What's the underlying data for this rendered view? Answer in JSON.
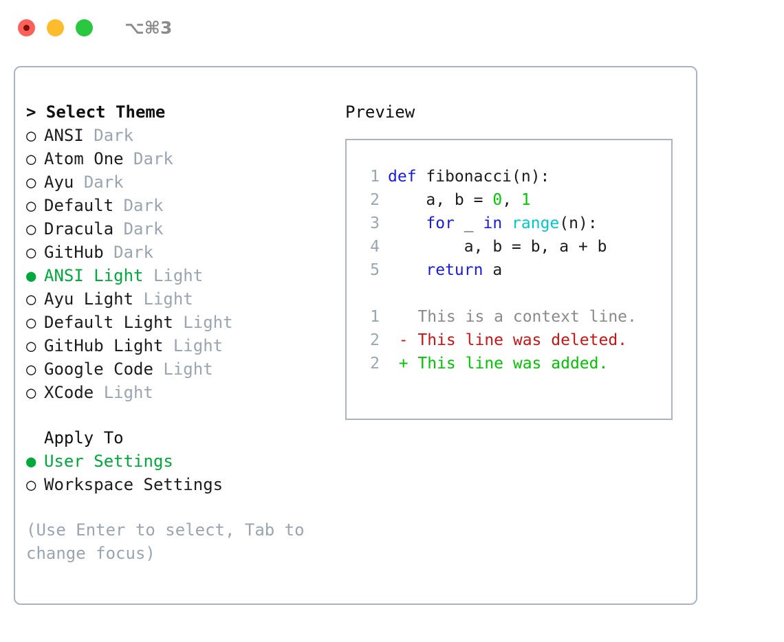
{
  "window": {
    "shortcut": "⌥⌘3",
    "controls": {
      "close": "close-button",
      "minimize": "minimize-button",
      "maximize": "maximize-button"
    }
  },
  "left_pane": {
    "caret": ">",
    "title": "Select Theme",
    "bullet_selected": "●",
    "bullet_unselected": "○",
    "themes": [
      {
        "name": "ANSI",
        "tag": "Dark",
        "selected": false
      },
      {
        "name": "Atom One",
        "tag": "Dark",
        "selected": false
      },
      {
        "name": "Ayu",
        "tag": "Dark",
        "selected": false
      },
      {
        "name": "Default",
        "tag": "Dark",
        "selected": false
      },
      {
        "name": "Dracula",
        "tag": "Dark",
        "selected": false
      },
      {
        "name": "GitHub",
        "tag": "Dark",
        "selected": false
      },
      {
        "name": "ANSI Light",
        "tag": "Light",
        "selected": true
      },
      {
        "name": "Ayu Light",
        "tag": "Light",
        "selected": false
      },
      {
        "name": "Default Light",
        "tag": "Light",
        "selected": false
      },
      {
        "name": "GitHub Light",
        "tag": "Light",
        "selected": false
      },
      {
        "name": "Google Code",
        "tag": "Light",
        "selected": false
      },
      {
        "name": "XCode",
        "tag": "Light",
        "selected": false
      }
    ],
    "apply_to_title": "Apply To",
    "apply_to": [
      {
        "name": "User Settings",
        "selected": true
      },
      {
        "name": "Workspace Settings",
        "selected": false
      }
    ],
    "hint": "(Use Enter to select, Tab to change focus)"
  },
  "right_pane": {
    "title": "Preview",
    "code": [
      {
        "no": "1",
        "tokens": [
          {
            "t": "def",
            "c": "kw"
          },
          {
            "t": " fibonacci(n):",
            "c": "txt"
          }
        ]
      },
      {
        "no": "2",
        "tokens": [
          {
            "t": "    a, b = ",
            "c": "txt"
          },
          {
            "t": "0",
            "c": "num"
          },
          {
            "t": ", ",
            "c": "txt"
          },
          {
            "t": "1",
            "c": "num"
          }
        ]
      },
      {
        "no": "3",
        "tokens": [
          {
            "t": "    ",
            "c": "txt"
          },
          {
            "t": "for",
            "c": "kw"
          },
          {
            "t": " _ ",
            "c": "txt"
          },
          {
            "t": "in",
            "c": "kw"
          },
          {
            "t": " ",
            "c": "txt"
          },
          {
            "t": "range",
            "c": "fn"
          },
          {
            "t": "(n):",
            "c": "txt"
          }
        ]
      },
      {
        "no": "4",
        "tokens": [
          {
            "t": "        a, b = b, a + b",
            "c": "txt"
          }
        ]
      },
      {
        "no": "5",
        "tokens": [
          {
            "t": "    ",
            "c": "txt"
          },
          {
            "t": "return",
            "c": "kw"
          },
          {
            "t": " a",
            "c": "txt"
          }
        ]
      }
    ],
    "diff": [
      {
        "no": "1",
        "marker": " ",
        "text": "This is a context line.",
        "kind": "ctx"
      },
      {
        "no": "2",
        "marker": "-",
        "text": "This line was deleted.",
        "kind": "del"
      },
      {
        "no": "2",
        "marker": "+",
        "text": "This line was added.",
        "kind": "add"
      }
    ]
  },
  "colors": {
    "accent_green": "#00a93c",
    "muted": "#9aa5b2",
    "border": "#a9b3c1",
    "keyword_blue": "#1a1ae6",
    "function_cyan": "#00c8c8",
    "number_green": "#00c800",
    "diff_add": "#00c400",
    "diff_del": "#c81414",
    "diff_ctx": "#8a8a8a"
  }
}
